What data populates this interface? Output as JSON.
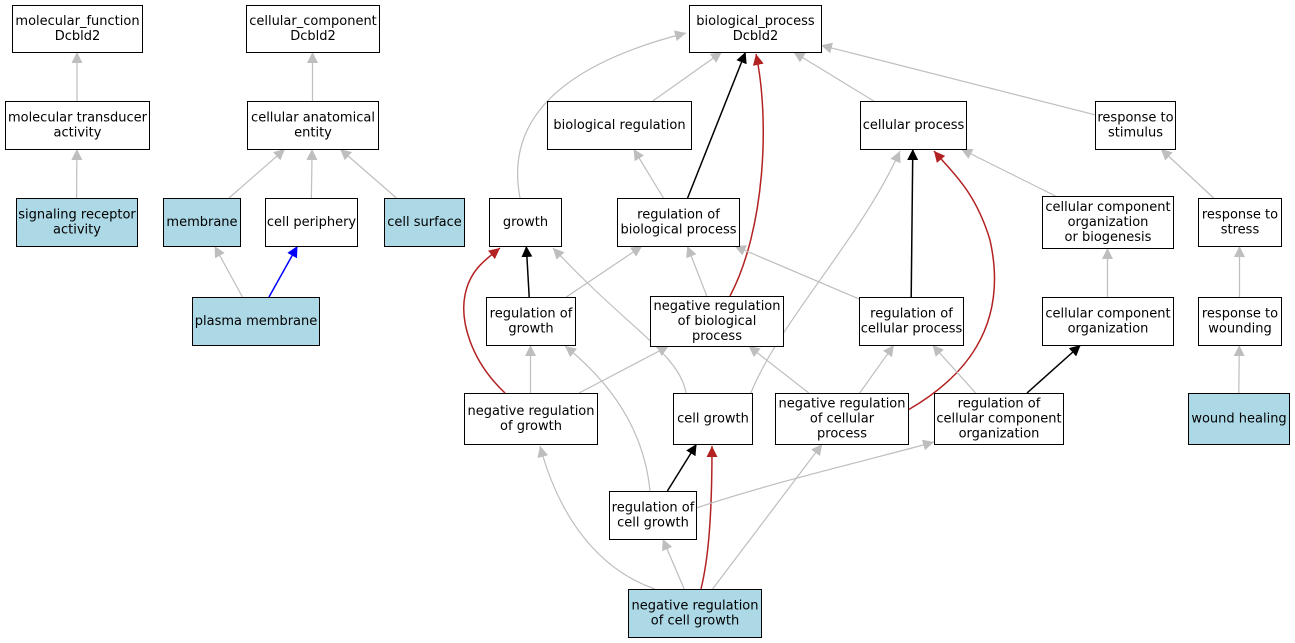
{
  "colors": {
    "highlight_fill": "#add8e6",
    "plain_fill": "#ffffff",
    "edge_gray": "#bebebe",
    "edge_black": "#000000",
    "edge_red": "#b22222",
    "edge_blue": "#0000ff"
  },
  "nodes": [
    {
      "id": "mf",
      "lines": [
        "molecular_function",
        "Dcbld2"
      ],
      "highlight": false
    },
    {
      "id": "cc",
      "lines": [
        "cellular_component",
        "Dcbld2"
      ],
      "highlight": false
    },
    {
      "id": "bp",
      "lines": [
        "biological_process",
        "Dcbld2"
      ],
      "highlight": false
    },
    {
      "id": "mta",
      "lines": [
        "molecular transducer",
        "activity"
      ],
      "highlight": false
    },
    {
      "id": "cae",
      "lines": [
        "cellular anatomical",
        "entity"
      ],
      "highlight": false
    },
    {
      "id": "breg",
      "lines": [
        "biological regulation"
      ],
      "highlight": false
    },
    {
      "id": "cproc",
      "lines": [
        "cellular process"
      ],
      "highlight": false
    },
    {
      "id": "rstim",
      "lines": [
        "response to",
        "stimulus"
      ],
      "highlight": false
    },
    {
      "id": "sra",
      "lines": [
        "signaling receptor",
        "activity"
      ],
      "highlight": true
    },
    {
      "id": "memb",
      "lines": [
        "membrane"
      ],
      "highlight": true
    },
    {
      "id": "cper",
      "lines": [
        "cell periphery"
      ],
      "highlight": false
    },
    {
      "id": "csurf",
      "lines": [
        "cell surface"
      ],
      "highlight": true
    },
    {
      "id": "growth",
      "lines": [
        "growth"
      ],
      "highlight": false
    },
    {
      "id": "rbp",
      "lines": [
        "regulation of",
        "biological process"
      ],
      "highlight": false
    },
    {
      "id": "ccob",
      "lines": [
        "cellular component",
        "organization",
        "or biogenesis"
      ],
      "highlight": false
    },
    {
      "id": "rstress",
      "lines": [
        "response to",
        "stress"
      ],
      "highlight": false
    },
    {
      "id": "pm",
      "lines": [
        "plasma membrane"
      ],
      "highlight": true
    },
    {
      "id": "rgrowth",
      "lines": [
        "regulation of",
        "growth"
      ],
      "highlight": false
    },
    {
      "id": "nrbp",
      "lines": [
        "negative regulation",
        "of biological",
        "process"
      ],
      "highlight": false
    },
    {
      "id": "rcp",
      "lines": [
        "regulation of",
        "cellular process"
      ],
      "highlight": false
    },
    {
      "id": "cco",
      "lines": [
        "cellular component",
        "organization"
      ],
      "highlight": false
    },
    {
      "id": "rwound",
      "lines": [
        "response to",
        "wounding"
      ],
      "highlight": false
    },
    {
      "id": "nrg",
      "lines": [
        "negative regulation",
        "of growth"
      ],
      "highlight": false
    },
    {
      "id": "cgrowth",
      "lines": [
        "cell growth"
      ],
      "highlight": false
    },
    {
      "id": "nrcp",
      "lines": [
        "negative regulation",
        "of cellular",
        "process"
      ],
      "highlight": false
    },
    {
      "id": "rcco",
      "lines": [
        "regulation of",
        "cellular component",
        "organization"
      ],
      "highlight": false
    },
    {
      "id": "wheal",
      "lines": [
        "wound healing"
      ],
      "highlight": true
    },
    {
      "id": "rcg",
      "lines": [
        "regulation of",
        "cell growth"
      ],
      "highlight": false
    },
    {
      "id": "nrcg",
      "lines": [
        "negative regulation",
        "of cell growth"
      ],
      "highlight": true
    }
  ],
  "edges": [
    {
      "from": "mta",
      "to": "mf",
      "color": "gray"
    },
    {
      "from": "sra",
      "to": "mta",
      "color": "gray"
    },
    {
      "from": "cae",
      "to": "cc",
      "color": "gray"
    },
    {
      "from": "memb",
      "to": "cae",
      "color": "gray"
    },
    {
      "from": "cper",
      "to": "cae",
      "color": "gray"
    },
    {
      "from": "csurf",
      "to": "cae",
      "color": "gray"
    },
    {
      "from": "pm",
      "to": "memb",
      "color": "gray"
    },
    {
      "from": "pm",
      "to": "cper",
      "color": "blue"
    },
    {
      "from": "growth",
      "to": "bp",
      "color": "gray"
    },
    {
      "from": "breg",
      "to": "bp",
      "color": "gray"
    },
    {
      "from": "rbp",
      "to": "bp",
      "color": "black"
    },
    {
      "from": "nrbp",
      "to": "bp",
      "color": "red"
    },
    {
      "from": "cproc",
      "to": "bp",
      "color": "gray"
    },
    {
      "from": "rstim",
      "to": "bp",
      "color": "gray"
    },
    {
      "from": "rbp",
      "to": "breg",
      "color": "gray"
    },
    {
      "from": "rcp",
      "to": "cproc",
      "color": "black"
    },
    {
      "from": "ccob",
      "to": "cproc",
      "color": "gray"
    },
    {
      "from": "cgrowth",
      "to": "cproc",
      "color": "gray"
    },
    {
      "from": "nrcp",
      "to": "cproc",
      "color": "red"
    },
    {
      "from": "rstress",
      "to": "rstim",
      "color": "gray"
    },
    {
      "from": "rwound",
      "to": "rstress",
      "color": "gray"
    },
    {
      "from": "wheal",
      "to": "rwound",
      "color": "gray"
    },
    {
      "from": "cco",
      "to": "ccob",
      "color": "gray"
    },
    {
      "from": "rcco",
      "to": "cco",
      "color": "black"
    },
    {
      "from": "rgrowth",
      "to": "growth",
      "color": "black"
    },
    {
      "from": "nrg",
      "to": "growth",
      "color": "red"
    },
    {
      "from": "cgrowth",
      "to": "growth",
      "color": "gray"
    },
    {
      "from": "rgrowth",
      "to": "rbp",
      "color": "gray"
    },
    {
      "from": "nrbp",
      "to": "rbp",
      "color": "gray"
    },
    {
      "from": "rcp",
      "to": "rbp",
      "color": "gray"
    },
    {
      "from": "nrg",
      "to": "rgrowth",
      "color": "gray"
    },
    {
      "from": "rcg",
      "to": "rgrowth",
      "color": "gray"
    },
    {
      "from": "nrg",
      "to": "nrbp",
      "color": "gray"
    },
    {
      "from": "nrcp",
      "to": "nrbp",
      "color": "gray"
    },
    {
      "from": "nrcp",
      "to": "rcp",
      "color": "gray"
    },
    {
      "from": "rcco",
      "to": "rcp",
      "color": "gray"
    },
    {
      "from": "rcg",
      "to": "cgrowth",
      "color": "black"
    },
    {
      "from": "nrcg",
      "to": "cgrowth",
      "color": "red"
    },
    {
      "from": "rcg",
      "to": "rcco",
      "color": "gray"
    },
    {
      "from": "nrcg",
      "to": "nrg",
      "color": "gray"
    },
    {
      "from": "nrcg",
      "to": "rcg",
      "color": "gray"
    },
    {
      "from": "nrcg",
      "to": "nrcp",
      "color": "gray"
    }
  ]
}
